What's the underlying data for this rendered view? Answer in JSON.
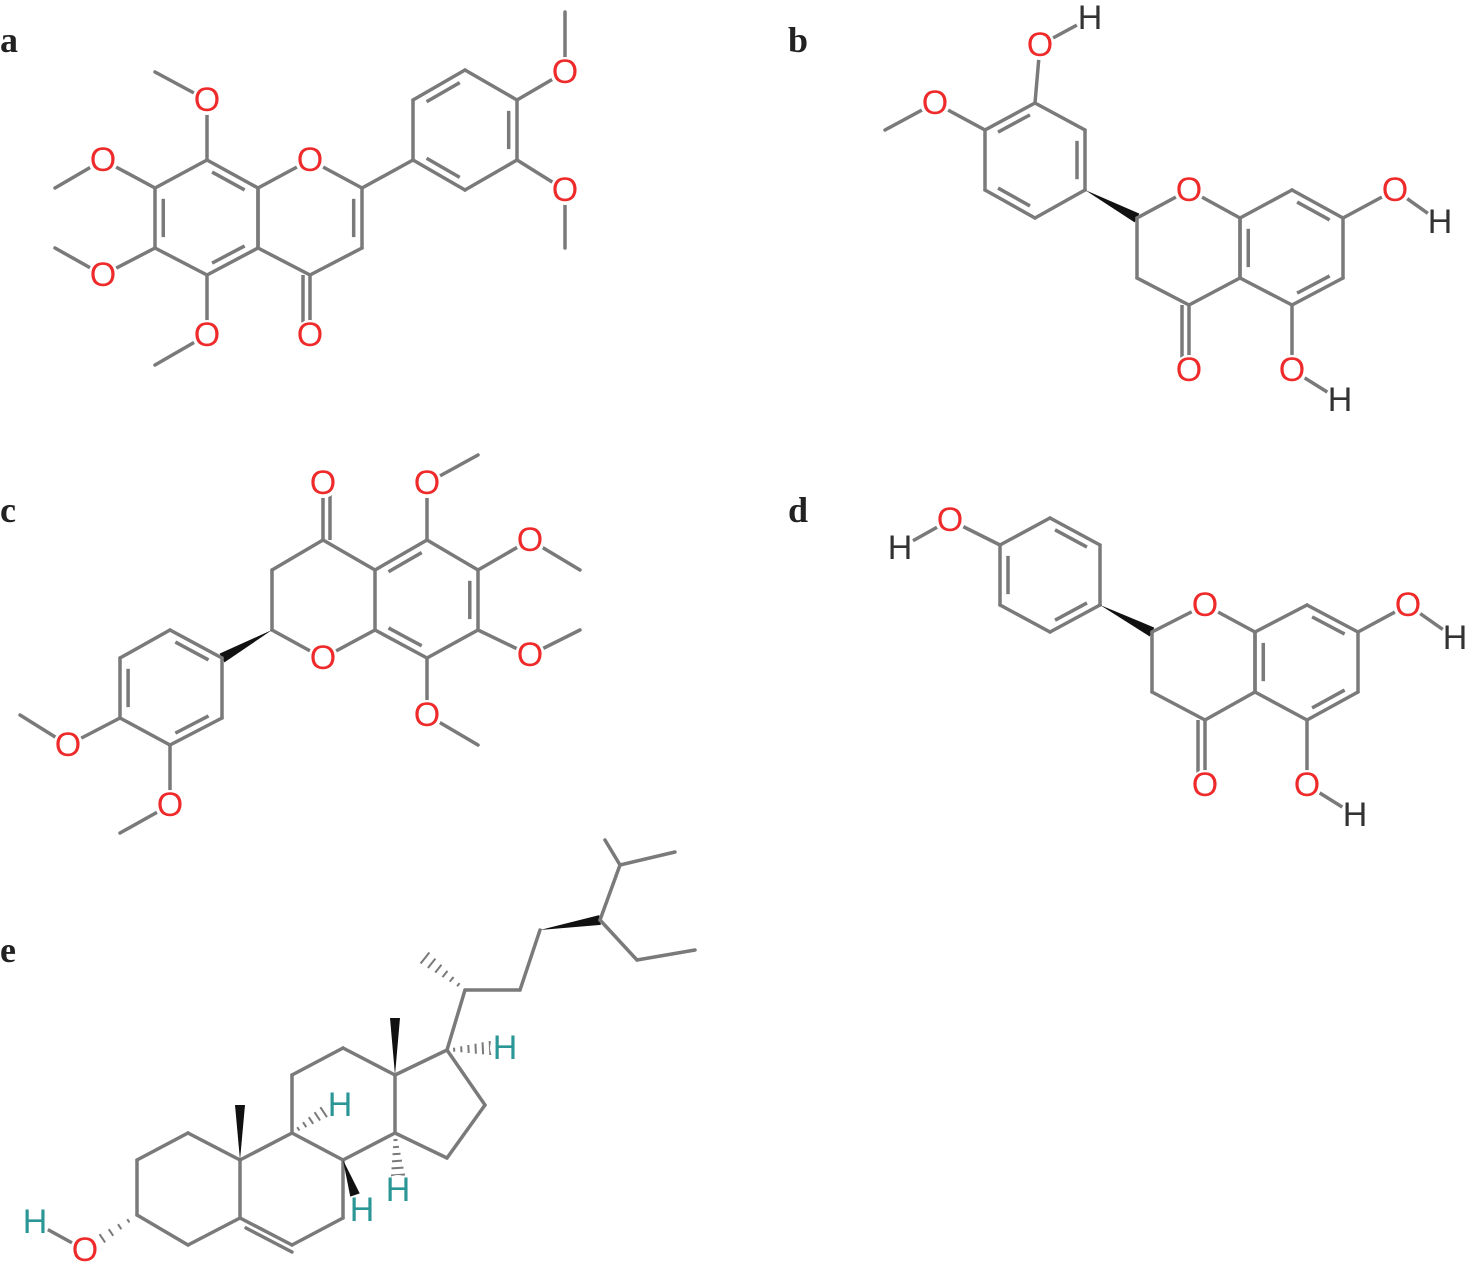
{
  "panels": [
    {
      "label": "a",
      "molecule": "polymethoxyflavone"
    },
    {
      "label": "b",
      "molecule": "hesperetin"
    },
    {
      "label": "c",
      "molecule": "polymethoxyflavanone"
    },
    {
      "label": "d",
      "molecule": "naringenin"
    },
    {
      "label": "e",
      "molecule": "sitosterol"
    }
  ],
  "atoms": {
    "O": "O",
    "H": "H"
  },
  "colors": {
    "bond": "#7a7a7a",
    "oxygen": "#ee2a2a",
    "hydrogen": "#333333",
    "stereo_h": "#2a9696",
    "wedge": "#111111"
  }
}
